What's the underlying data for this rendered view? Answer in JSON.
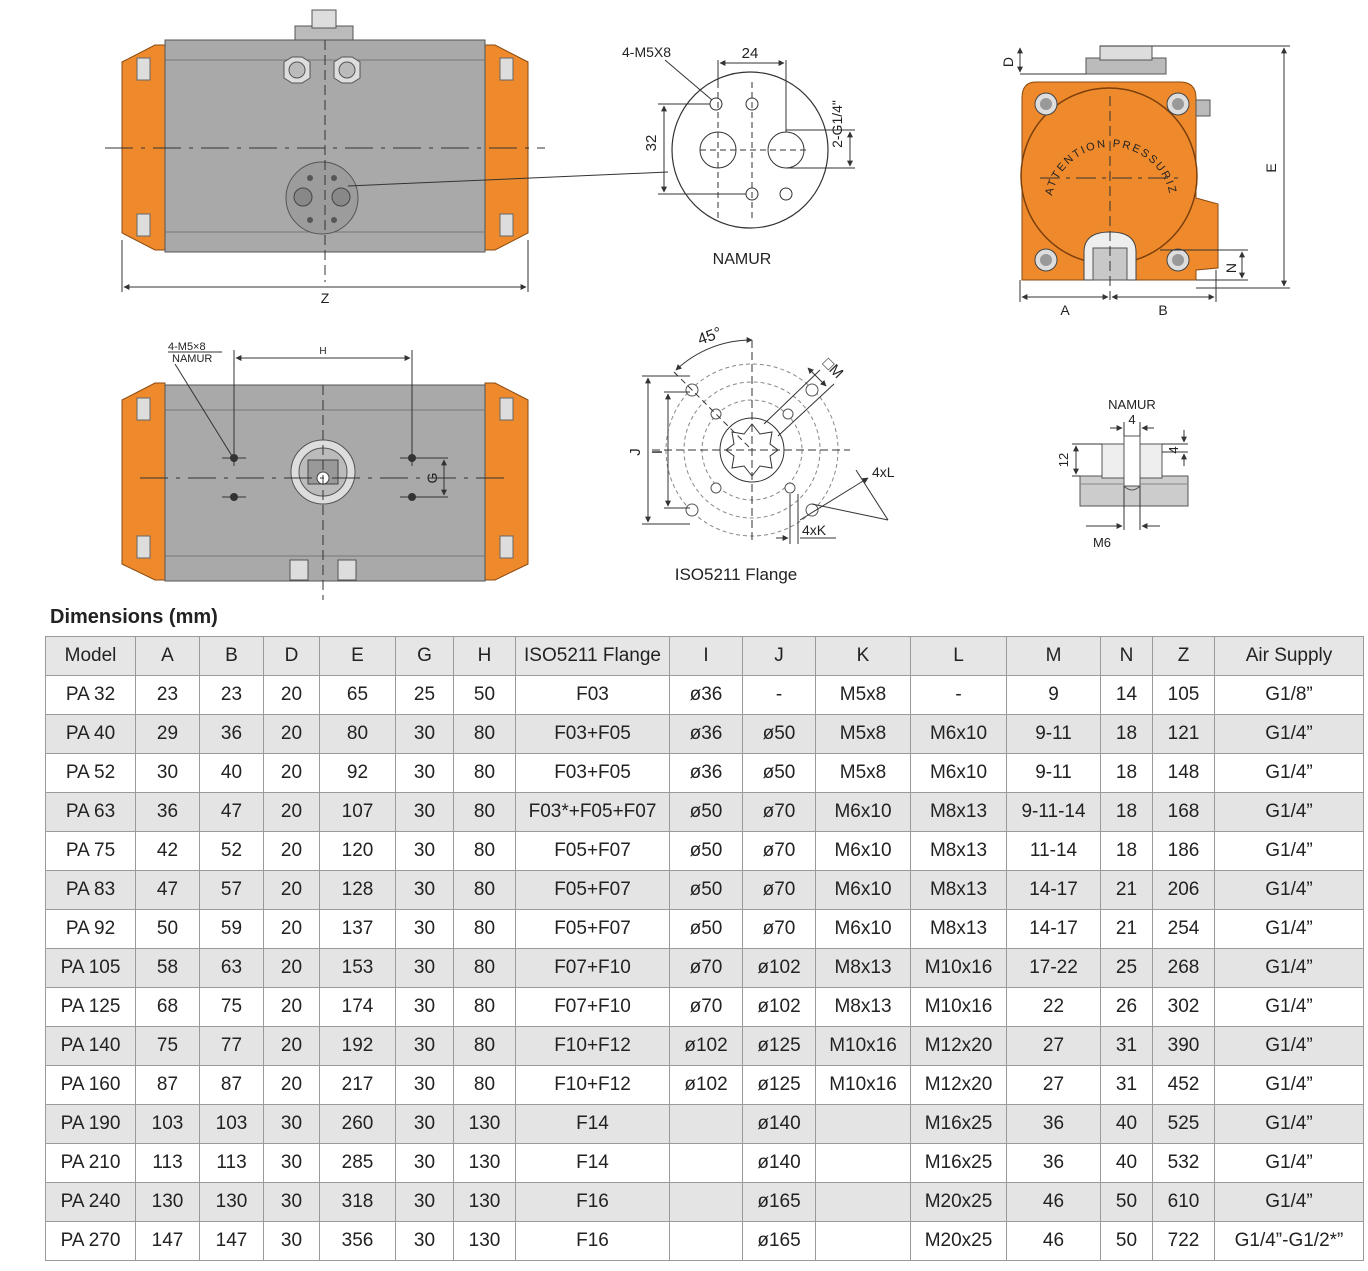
{
  "drawings": {
    "top_view": {
      "dim_z": "Z"
    },
    "namur_detail": {
      "thread_label": "4-M5X8",
      "spacing_label": "24",
      "port_label": "2-G1/4\"",
      "height_label": "32",
      "caption": "NAMUR"
    },
    "end_view": {
      "stamp_text": "ATTENTION PRESSURIZED",
      "dim_a": "A",
      "dim_b": "B",
      "dim_d": "D",
      "dim_e": "E",
      "dim_n": "N"
    },
    "bottom_view": {
      "namur_label_line1": "4-M5×8",
      "namur_label_line2": "NAMUR",
      "dim_h": "H",
      "dim_g": "G"
    },
    "iso_flange": {
      "angle_label": "45°",
      "square_label": "□M",
      "dim_j": "J",
      "dim_i": "I",
      "dim_l": "4xL",
      "dim_k": "4xK",
      "caption": "ISO5211 Flange"
    },
    "namur_shaft": {
      "caption": "NAMUR",
      "width_label": "4",
      "height_label": "12",
      "depth_label": "4",
      "thread_label": "M6"
    }
  },
  "table": {
    "title": "Dimensions (mm)",
    "headers": [
      "Model",
      "A",
      "B",
      "D",
      "E",
      "G",
      "H",
      "ISO5211 Flange",
      "I",
      "J",
      "K",
      "L",
      "M",
      "N",
      "Z",
      "Air Supply"
    ],
    "rows": [
      [
        "PA 32",
        "23",
        "23",
        "20",
        "65",
        "25",
        "50",
        "F03",
        "ø36",
        "-",
        "M5x8",
        "-",
        "9",
        "14",
        "105",
        "G1/8”"
      ],
      [
        "PA 40",
        "29",
        "36",
        "20",
        "80",
        "30",
        "80",
        "F03+F05",
        "ø36",
        "ø50",
        "M5x8",
        "M6x10",
        "9-11",
        "18",
        "121",
        "G1/4”"
      ],
      [
        "PA 52",
        "30",
        "40",
        "20",
        "92",
        "30",
        "80",
        "F03+F05",
        "ø36",
        "ø50",
        "M5x8",
        "M6x10",
        "9-11",
        "18",
        "148",
        "G1/4”"
      ],
      [
        "PA 63",
        "36",
        "47",
        "20",
        "107",
        "30",
        "80",
        "F03*+F05+F07",
        "ø50",
        "ø70",
        "M6x10",
        "M8x13",
        "9-11-14",
        "18",
        "168",
        "G1/4”"
      ],
      [
        "PA 75",
        "42",
        "52",
        "20",
        "120",
        "30",
        "80",
        "F05+F07",
        "ø50",
        "ø70",
        "M6x10",
        "M8x13",
        "11-14",
        "18",
        "186",
        "G1/4”"
      ],
      [
        "PA 83",
        "47",
        "57",
        "20",
        "128",
        "30",
        "80",
        "F05+F07",
        "ø50",
        "ø70",
        "M6x10",
        "M8x13",
        "14-17",
        "21",
        "206",
        "G1/4”"
      ],
      [
        "PA 92",
        "50",
        "59",
        "20",
        "137",
        "30",
        "80",
        "F05+F07",
        "ø50",
        "ø70",
        "M6x10",
        "M8x13",
        "14-17",
        "21",
        "254",
        "G1/4”"
      ],
      [
        "PA 105",
        "58",
        "63",
        "20",
        "153",
        "30",
        "80",
        "F07+F10",
        "ø70",
        "ø102",
        "M8x13",
        "M10x16",
        "17-22",
        "25",
        "268",
        "G1/4”"
      ],
      [
        "PA 125",
        "68",
        "75",
        "20",
        "174",
        "30",
        "80",
        "F07+F10",
        "ø70",
        "ø102",
        "M8x13",
        "M10x16",
        "22",
        "26",
        "302",
        "G1/4”"
      ],
      [
        "PA 140",
        "75",
        "77",
        "20",
        "192",
        "30",
        "80",
        "F10+F12",
        "ø102",
        "ø125",
        "M10x16",
        "M12x20",
        "27",
        "31",
        "390",
        "G1/4”"
      ],
      [
        "PA 160",
        "87",
        "87",
        "20",
        "217",
        "30",
        "80",
        "F10+F12",
        "ø102",
        "ø125",
        "M10x16",
        "M12x20",
        "27",
        "31",
        "452",
        "G1/4”"
      ],
      [
        "PA 190",
        "103",
        "103",
        "30",
        "260",
        "30",
        "130",
        "F14",
        "",
        "ø140",
        "",
        "M16x25",
        "36",
        "40",
        "525",
        "G1/4”"
      ],
      [
        "PA 210",
        "113",
        "113",
        "30",
        "285",
        "30",
        "130",
        "F14",
        "",
        "ø140",
        "",
        "M16x25",
        "36",
        "40",
        "532",
        "G1/4”"
      ],
      [
        "PA 240",
        "130",
        "130",
        "30",
        "318",
        "30",
        "130",
        "F16",
        "",
        "ø165",
        "",
        "M20x25",
        "46",
        "50",
        "610",
        "G1/4”"
      ],
      [
        "PA 270",
        "147",
        "147",
        "30",
        "356",
        "30",
        "130",
        "F16",
        "",
        "ø165",
        "",
        "M20x25",
        "46",
        "50",
        "722",
        "G1/4”-G1/2*”"
      ]
    ]
  }
}
